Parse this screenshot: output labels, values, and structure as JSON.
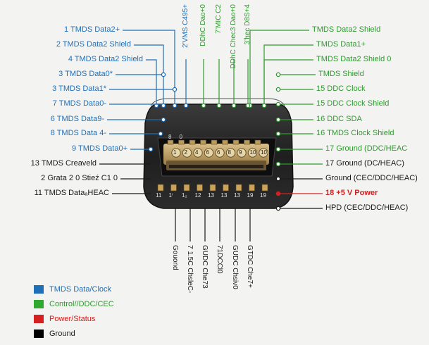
{
  "left_labels": [
    {
      "text": "1 TMDS Data2+",
      "color": "blue"
    },
    {
      "text": "2 TMDS Data2 Shield",
      "color": "blue"
    },
    {
      "text": "4 TMDS Data2 Shield",
      "color": "blue"
    },
    {
      "text": "3 TMDS Data0*",
      "color": "blue"
    },
    {
      "text": "3 TMDS Data1*",
      "color": "blue"
    },
    {
      "text": "7 TMDS Data0-",
      "color": "blue"
    },
    {
      "text": "6 TMDS Data9-",
      "color": "blue"
    },
    {
      "text": "8 TMDS Data 4-",
      "color": "blue"
    },
    {
      "text": "9 TMDS Data0+",
      "color": "blue"
    },
    {
      "text": "13 TMDS Creaveld",
      "color": "black"
    },
    {
      "text": "2 Grata 2 0 Stieź C1 0",
      "color": "black"
    },
    {
      "text": "11 TMDS DataₐHEAC",
      "color": "black"
    }
  ],
  "right_labels": [
    {
      "text": "TMDS Data2 Shield",
      "color": "green"
    },
    {
      "text": "TMDS Data1+",
      "color": "green"
    },
    {
      "text": "TMDS Data2 Shield 0",
      "color": "green"
    },
    {
      "text": "TMDS Shield",
      "color": "green"
    },
    {
      "text": "15 DDC Clock",
      "color": "green"
    },
    {
      "text": "15 DDC Clock Shield",
      "color": "green"
    },
    {
      "text": "16 DDC SDA",
      "color": "green"
    },
    {
      "text": "16 TMDS Clock Shield",
      "color": "green"
    },
    {
      "text": "17 Ground (DDC/HEAC",
      "color": "green"
    },
    {
      "text": "17 Ground (DC/HEAC)",
      "color": "mixed"
    },
    {
      "text": "Ground (CEC/DDC/HEAC)",
      "color": "black"
    },
    {
      "text": "18 +5 V Power",
      "color": "red"
    },
    {
      "text": "HPD (CEC/DDC/HEAC)",
      "color": "black"
    }
  ],
  "top_labels": [
    {
      "text": "2’VMS C495+",
      "color": "blue"
    },
    {
      "text": "DDhC Dao+0",
      "color": "green"
    },
    {
      "text": "7’MIC C2",
      "color": "green"
    },
    {
      "text": "DDhC Chec3 Dao+0",
      "color": "green"
    },
    {
      "text": "3’hec D8S+4",
      "color": "green"
    }
  ],
  "bottom_labels": [
    {
      "text": "Gouond",
      "color": "black"
    },
    {
      "text": "7 1.5C ChsleC-",
      "color": "black"
    },
    {
      "text": "GUDC Che73",
      "color": "black"
    },
    {
      "text": "71DCCl0",
      "color": "black"
    },
    {
      "text": "GUDC Chsiv0",
      "color": "black"
    },
    {
      "text": "GTDC Che7+",
      "color": "black"
    }
  ],
  "pin_numbers_top": [
    "8",
    "0",
    "",
    "",
    "",
    "",
    "",
    "",
    ""
  ],
  "pin_numbers_front": [
    "1",
    "2",
    "4",
    "6",
    "6",
    "8",
    "9",
    "10",
    "10"
  ],
  "pin_numbers_bottom": [
    "11",
    "1ⁱ",
    "1₂",
    "12",
    "13",
    "13",
    "13",
    "19",
    "19"
  ],
  "legend": [
    {
      "label": "TMDS Data/Clock",
      "color": "#1f6fb8"
    },
    {
      "label": "Control//DDC/CEC",
      "color": "#2faa2f"
    },
    {
      "label": "Power/Status",
      "color": "#d42020"
    },
    {
      "label": "Ground",
      "color": "#000000"
    }
  ],
  "colors": {
    "blue": "#1f6fb8",
    "green": "#2f9a2f",
    "red": "#d42020",
    "black": "#1a1a1a"
  }
}
